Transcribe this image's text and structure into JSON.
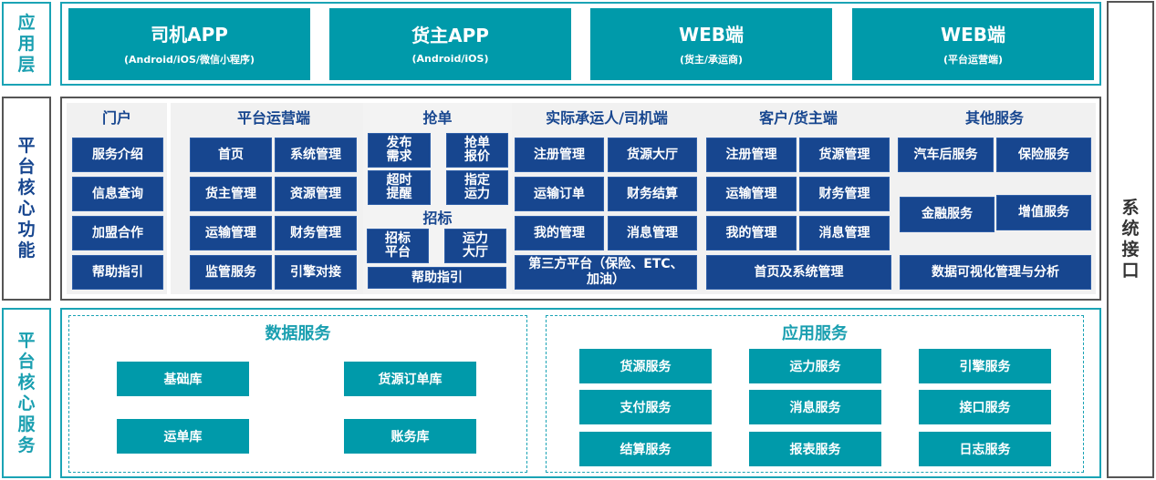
{
  "layers": {
    "application": {
      "label": [
        "应",
        "用",
        "层"
      ]
    },
    "core_functions": {
      "label": [
        "平",
        "台",
        "核",
        "心",
        "功",
        "能"
      ]
    },
    "core_services": {
      "label": [
        "平",
        "台",
        "核",
        "心",
        "服",
        "务"
      ]
    }
  },
  "system_interface": {
    "label": [
      "系",
      "统",
      "接",
      "口"
    ]
  },
  "apps": [
    {
      "title": "司机APP",
      "subtitle": "(Android/iOS/微信小程序)"
    },
    {
      "title": "货主APP",
      "subtitle": "(Android/iOS)"
    },
    {
      "title": "WEB端",
      "subtitle": "(货主/承运商)"
    },
    {
      "title": "WEB端",
      "subtitle": "(平台运营端)"
    }
  ],
  "portal": {
    "title": "门户",
    "items": [
      "服务介绍",
      "信息查询",
      "加盟合作",
      "帮助指引"
    ]
  },
  "platform_ops": {
    "title": "平台运营端",
    "items": [
      "首页",
      "系统管理",
      "货主管理",
      "资源管理",
      "运输管理",
      "财务管理",
      "监管服务",
      "引擎对接"
    ]
  },
  "grab_order": {
    "title": "抢单",
    "items": [
      "发布需求",
      "抢单报价",
      "超时提醒",
      "指定运力"
    ],
    "items_lines": [
      [
        "发布",
        "需求"
      ],
      [
        "抢单",
        "报价"
      ],
      [
        "超时",
        "提醒"
      ],
      [
        "指定",
        "运力"
      ]
    ]
  },
  "bidding": {
    "title": "招标",
    "items_lines": [
      [
        "招标",
        "平台"
      ],
      [
        "运力",
        "大厅"
      ]
    ],
    "help": "帮助指引"
  },
  "carrier": {
    "title": "实际承运人/司机端",
    "items": [
      "注册管理",
      "货源大厅",
      "运输订单",
      "财务结算",
      "我的管理",
      "消息管理"
    ],
    "third_party": [
      "第三方平台（保险、ETC、",
      "加油）"
    ]
  },
  "shipper": {
    "title": "客户/货主端",
    "items": [
      "注册管理",
      "货源管理",
      "运输管理",
      "财务管理",
      "我的管理",
      "消息管理"
    ],
    "bottom": "首页及系统管理"
  },
  "other": {
    "title": "其他服务",
    "items": [
      "汽车后服务",
      "保险服务",
      "金融服务",
      "增值服务"
    ],
    "bottom": "数据可视化管理与分析"
  },
  "data_services": {
    "title": "数据服务",
    "items": [
      "基础库",
      "货源订单库",
      "运单库",
      "账务库"
    ]
  },
  "app_services": {
    "title": "应用服务",
    "items": [
      "货源服务",
      "运力服务",
      "引擎服务",
      "支付服务",
      "消息服务",
      "接口服务",
      "结算服务",
      "报表服务",
      "日志服务"
    ]
  },
  "colors": {
    "teal": "#009aaa",
    "navy": "#17468f",
    "border_teal": "#1aa3b5",
    "border_gray": "#555555",
    "panel_bg": "#f1f1f1"
  }
}
